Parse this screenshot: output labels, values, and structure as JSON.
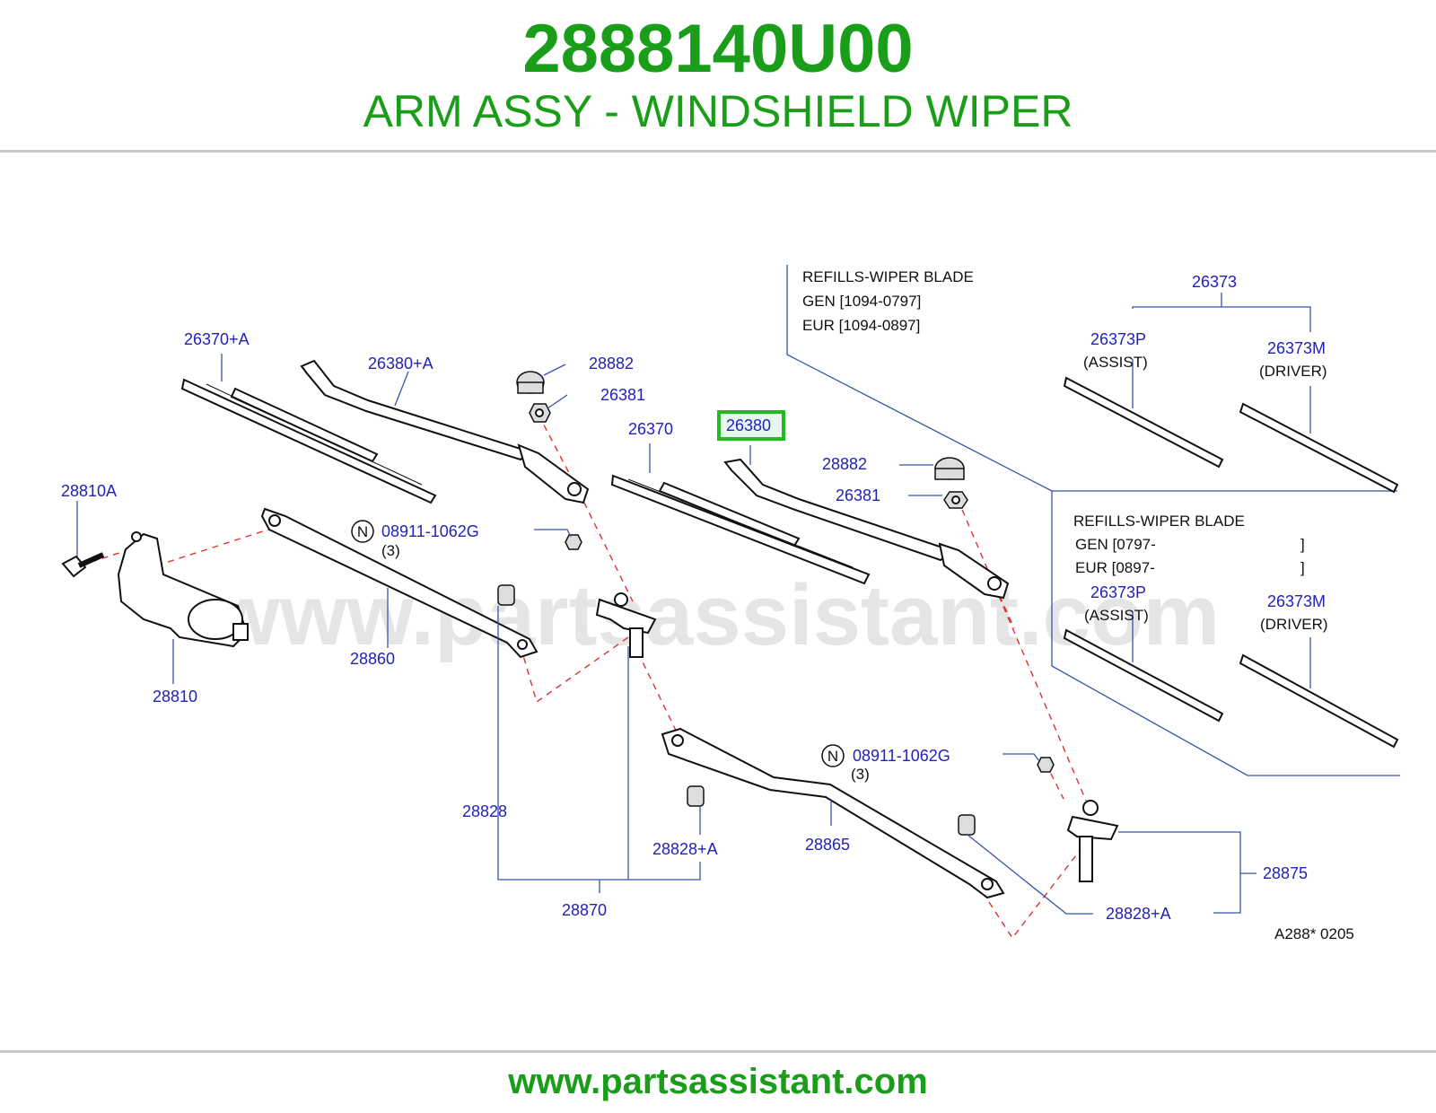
{
  "header": {
    "part_number": "2888140U00",
    "description": "ARM ASSY - WINDSHIELD WIPER"
  },
  "diagram": {
    "watermark": "www.partsassistant.com",
    "diagram_code": "A288*   0205",
    "highlight_color": "#22bb22",
    "part_labels": {
      "p26370a": "26370+A",
      "p26380a": "26380+A",
      "p28882_l": "28882",
      "p26381_l": "26381",
      "p26370": "26370",
      "p26380": "26380",
      "p28882_r": "28882",
      "p26381_r": "26381",
      "p28810a": "28810A",
      "p08911_a": "08911-1062G",
      "p08911_a_qty": "(3)",
      "p28860": "28860",
      "p28810": "28810",
      "p28828": "28828",
      "p28828a_l": "28828+A",
      "p28870": "28870",
      "p08911_b": "08911-1062G",
      "p08911_b_qty": "(3)",
      "p28865": "28865",
      "p28875": "28875",
      "p28828a_r": "28828+A",
      "p26373": "26373",
      "p26373p_1": "26373P",
      "p26373m_1": "26373M",
      "p26373p_2": "26373P",
      "p26373m_2": "26373M",
      "assist_1": "(ASSIST)",
      "driver_1": "(DRIVER)",
      "assist_2": "(ASSIST)",
      "driver_2": "(DRIVER)",
      "n_mark": "N"
    },
    "refills_1": {
      "title": "REFILLS-WIPER  BLADE",
      "line1": "GEN  [1094-0797]",
      "line2": "EUR  [1094-0897]"
    },
    "refills_2": {
      "title": "REFILLS-WIPER  BLADE",
      "line1": "GEN  [0797-",
      "line1_end": "]",
      "line2": "EUR  [0897-",
      "line2_end": "]"
    }
  },
  "footer": {
    "url": "www.partsassistant.com"
  }
}
